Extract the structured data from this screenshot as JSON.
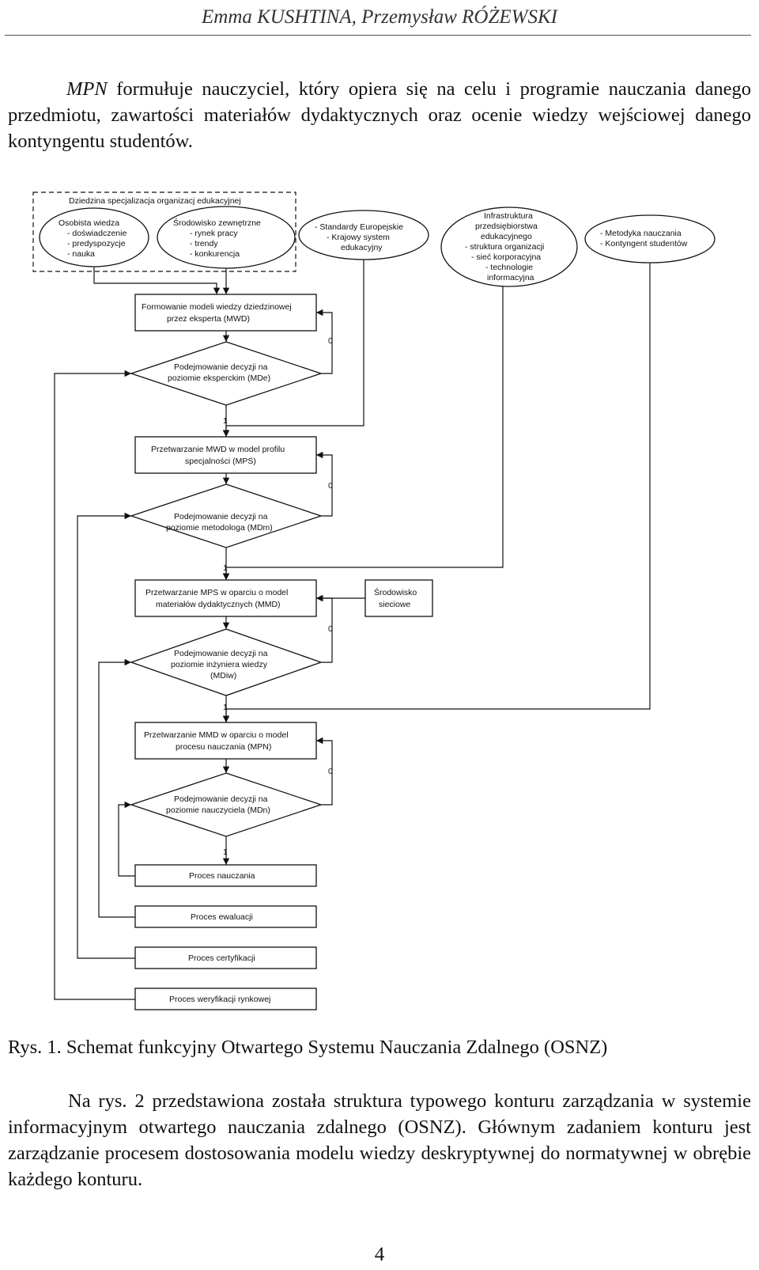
{
  "header": {
    "running_head": "Emma KUSHTINA, Przemysław RÓŻEWSKI"
  },
  "paragraph1": {
    "lead": "MPN",
    "text": " formułuje nauczyciel, który opiera się na celu i programie nauczania danego przedmiotu, zawartości materiałów dydaktycznych oraz ocenie wiedzy wejściowej danego kontyngentu studentów."
  },
  "figure": {
    "caption": "Rys. 1. Schemat funkcyjny Otwartego Systemu Nauczania Zdalnego (OSNZ)",
    "dashed_group": {
      "label": "Dziedzina specjalizacja organizacj edukacyjnej"
    },
    "ellipses": [
      {
        "id": "e1",
        "lines": [
          "Osobista wiedza",
          "- doświadczenie",
          "- predyspozycje",
          "- nauka"
        ]
      },
      {
        "id": "e2",
        "lines": [
          "Środowisko zewnętrzne",
          "- rynek pracy",
          "- trendy",
          "- konkurencja"
        ]
      },
      {
        "id": "e3",
        "lines": [
          "- Standardy Europejskie",
          "- Krajowy system",
          "edukacyjny"
        ]
      },
      {
        "id": "e4",
        "lines": [
          "Infrastruktura",
          "przedsiębiorstwa",
          "edukacyjnego",
          "- struktura organizacji",
          "- sieć korporacyjna",
          "- technologie",
          "informacyjna"
        ]
      },
      {
        "id": "e5",
        "lines": [
          "- Metodyka nauczania",
          "- Kontyngent studentów"
        ]
      }
    ],
    "process_boxes": [
      {
        "id": "b1",
        "lines": [
          "Formowanie modeli wiedzy dziedzinowej",
          "przez eksperta (MWD)"
        ]
      },
      {
        "id": "b2",
        "lines": [
          "Przetwarzanie MWD w model profilu",
          "specjalności (MPS)"
        ]
      },
      {
        "id": "b3",
        "lines": [
          "Przetwarzanie MPS w oparciu o model",
          "materiałów dydaktycznych (MMD)"
        ]
      },
      {
        "id": "b4",
        "lines": [
          "Przetwarzanie MMD w oparciu o model",
          "procesu nauczania (MPN)"
        ]
      },
      {
        "id": "b5",
        "lines": [
          "Proces nauczania"
        ]
      },
      {
        "id": "b6",
        "lines": [
          "Proces ewaluacji"
        ]
      },
      {
        "id": "b7",
        "lines": [
          "Proces certyfikacji"
        ]
      },
      {
        "id": "b8",
        "lines": [
          "Proces weryfikacji rynkowej"
        ]
      }
    ],
    "side_box": {
      "lines": [
        "Środowisko",
        "sieciowe"
      ]
    },
    "decisions": [
      {
        "id": "d1",
        "lines": [
          "Podejmowanie decyzji na",
          "poziomie eksperckim (MDe)"
        ]
      },
      {
        "id": "d2",
        "lines": [
          "Podejmowanie decyzji na",
          "poziomie metodologa (MDm)"
        ]
      },
      {
        "id": "d3",
        "lines": [
          "Podejmowanie decyzji na",
          "poziomie inżyniera wiedzy",
          "(MDiw)"
        ]
      },
      {
        "id": "d4",
        "lines": [
          "Podejmowanie decyzji na",
          "poziomie nauczyciela (MDn)"
        ]
      }
    ],
    "branch_labels": {
      "no": "0",
      "yes": "1"
    }
  },
  "paragraph2": {
    "text": "Na rys. 2 przedstawiona została struktura typowego konturu zarządzania w systemie informacyjnym otwartego nauczania zdalnego (OSNZ). Głównym zadaniem konturu jest zarządzanie procesem dostosowania modelu wiedzy deskryptywnej do normatywnej w obrębie każdego konturu."
  },
  "page": {
    "number": "4"
  }
}
